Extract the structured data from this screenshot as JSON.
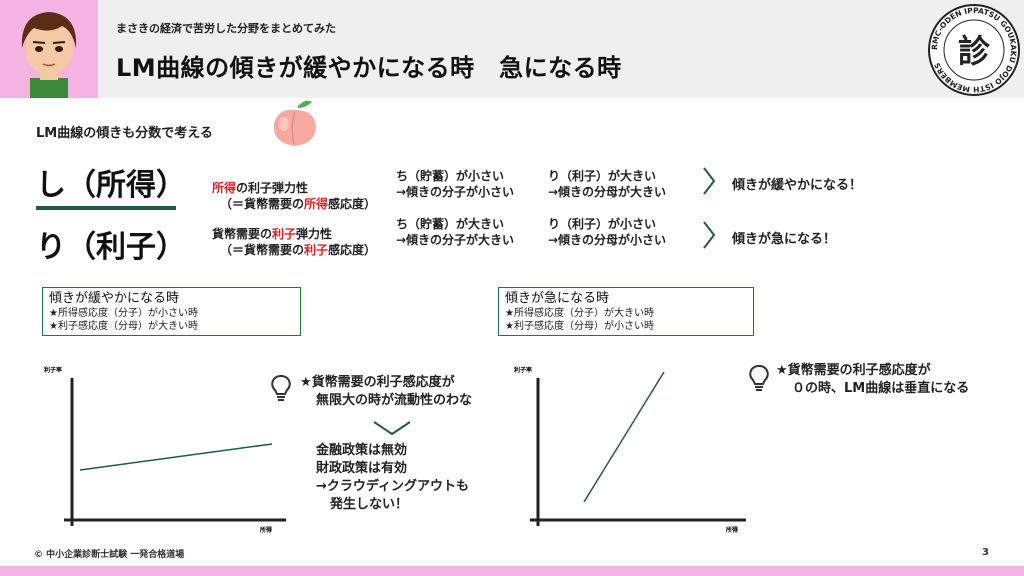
{
  "header": {
    "subtitle": "まさきの経済で苦労した分野をまとめてみた",
    "title": "LM曲線の傾きが緩やかになる時　急になる時",
    "seal_text": "RMC-ODEN IPPATSU GOUKAKU DOJO ISTH MEMBERS",
    "seal_glyph": "診"
  },
  "intro": "LM曲線の傾きも分数で考える",
  "left_labels": {
    "shi": "し（所得）",
    "ri": "り（利子）"
  },
  "row1": {
    "elasticity_red": "所得",
    "elasticity_rest": "の利子弾力性",
    "paren_pre": "（＝貨幣需要の",
    "paren_red": "所得",
    "paren_post": "感応度）",
    "chi": "ち（貯蓄）が小さい",
    "chi_arrow": "→傾きの分子が小さい",
    "ri": "り（利子）が大きい",
    "ri_arrow": "→傾きの分母が大きい",
    "result": "傾きが緩やかになる！"
  },
  "row2": {
    "elasticity_pre": "貨幣需要の",
    "elasticity_red": "利子",
    "elasticity_rest": "弾力性",
    "paren_pre": "（＝貨幣需要の",
    "paren_red": "利子",
    "paren_post": "感応度）",
    "chi": "ち（貯蓄）が大きい",
    "chi_arrow": "→傾きの分子が大きい",
    "ri": "り（利子）が小さい",
    "ri_arrow": "→傾きの分母が小さい",
    "result": "傾きが急になる！"
  },
  "box_gentle": {
    "title": "傾きが緩やかになる時",
    "line1": "★所得感応度（分子）が小さい時",
    "line2": "★利子感応度（分母）が大きい時"
  },
  "box_steep": {
    "title": "傾きが急になる時",
    "line1": "★所得感応度（分子）が大きい時",
    "line2": "★利子感応度（分母）が小さい時"
  },
  "graph_gentle": {
    "ylabel": "利子率",
    "xlabel": "所得"
  },
  "graph_steep": {
    "ylabel": "利子率",
    "xlabel": "所得"
  },
  "note_left": {
    "line1": "★貨幣需要の利子感応度が",
    "line2": "無限大の時が流動性のわな",
    "policy1": "金融政策は無効",
    "policy2": "財政政策は有効",
    "policy3": "→クラウディングアウトも",
    "policy4": "発生しない！"
  },
  "note_right": {
    "line1": "★貨幣需要の利子感応度が",
    "line2": "０の時、LM曲線は垂直になる"
  },
  "footer": "© 中小企業診断士試験 一発合格道場",
  "page_number": "3",
  "colors": {
    "accent_green": "#1e5e3a",
    "pink": "#f5b3e3",
    "red": "#e02020"
  }
}
